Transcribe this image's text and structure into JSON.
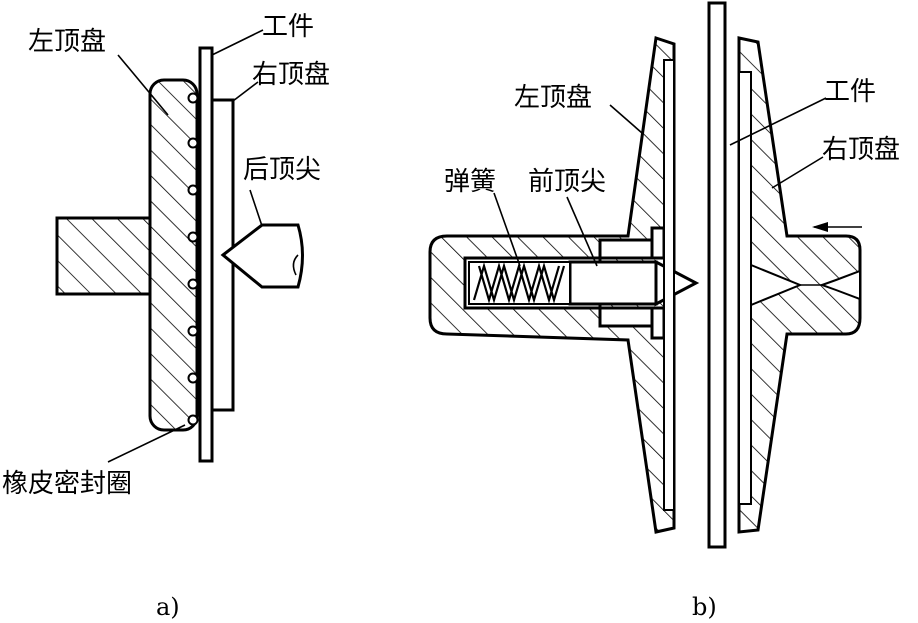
{
  "figure_a": {
    "caption": "a)",
    "labels": {
      "left_disc": "左顶盘",
      "workpiece": "工件",
      "right_disc": "右顶盘",
      "rear_center": "后顶尖",
      "rubber_ring": "橡皮密封圈"
    }
  },
  "figure_b": {
    "caption": "b)",
    "labels": {
      "left_disc": "左顶盘",
      "workpiece": "工件",
      "right_disc": "右顶盘",
      "spring": "弹簧",
      "front_center": "前顶尖"
    }
  }
}
